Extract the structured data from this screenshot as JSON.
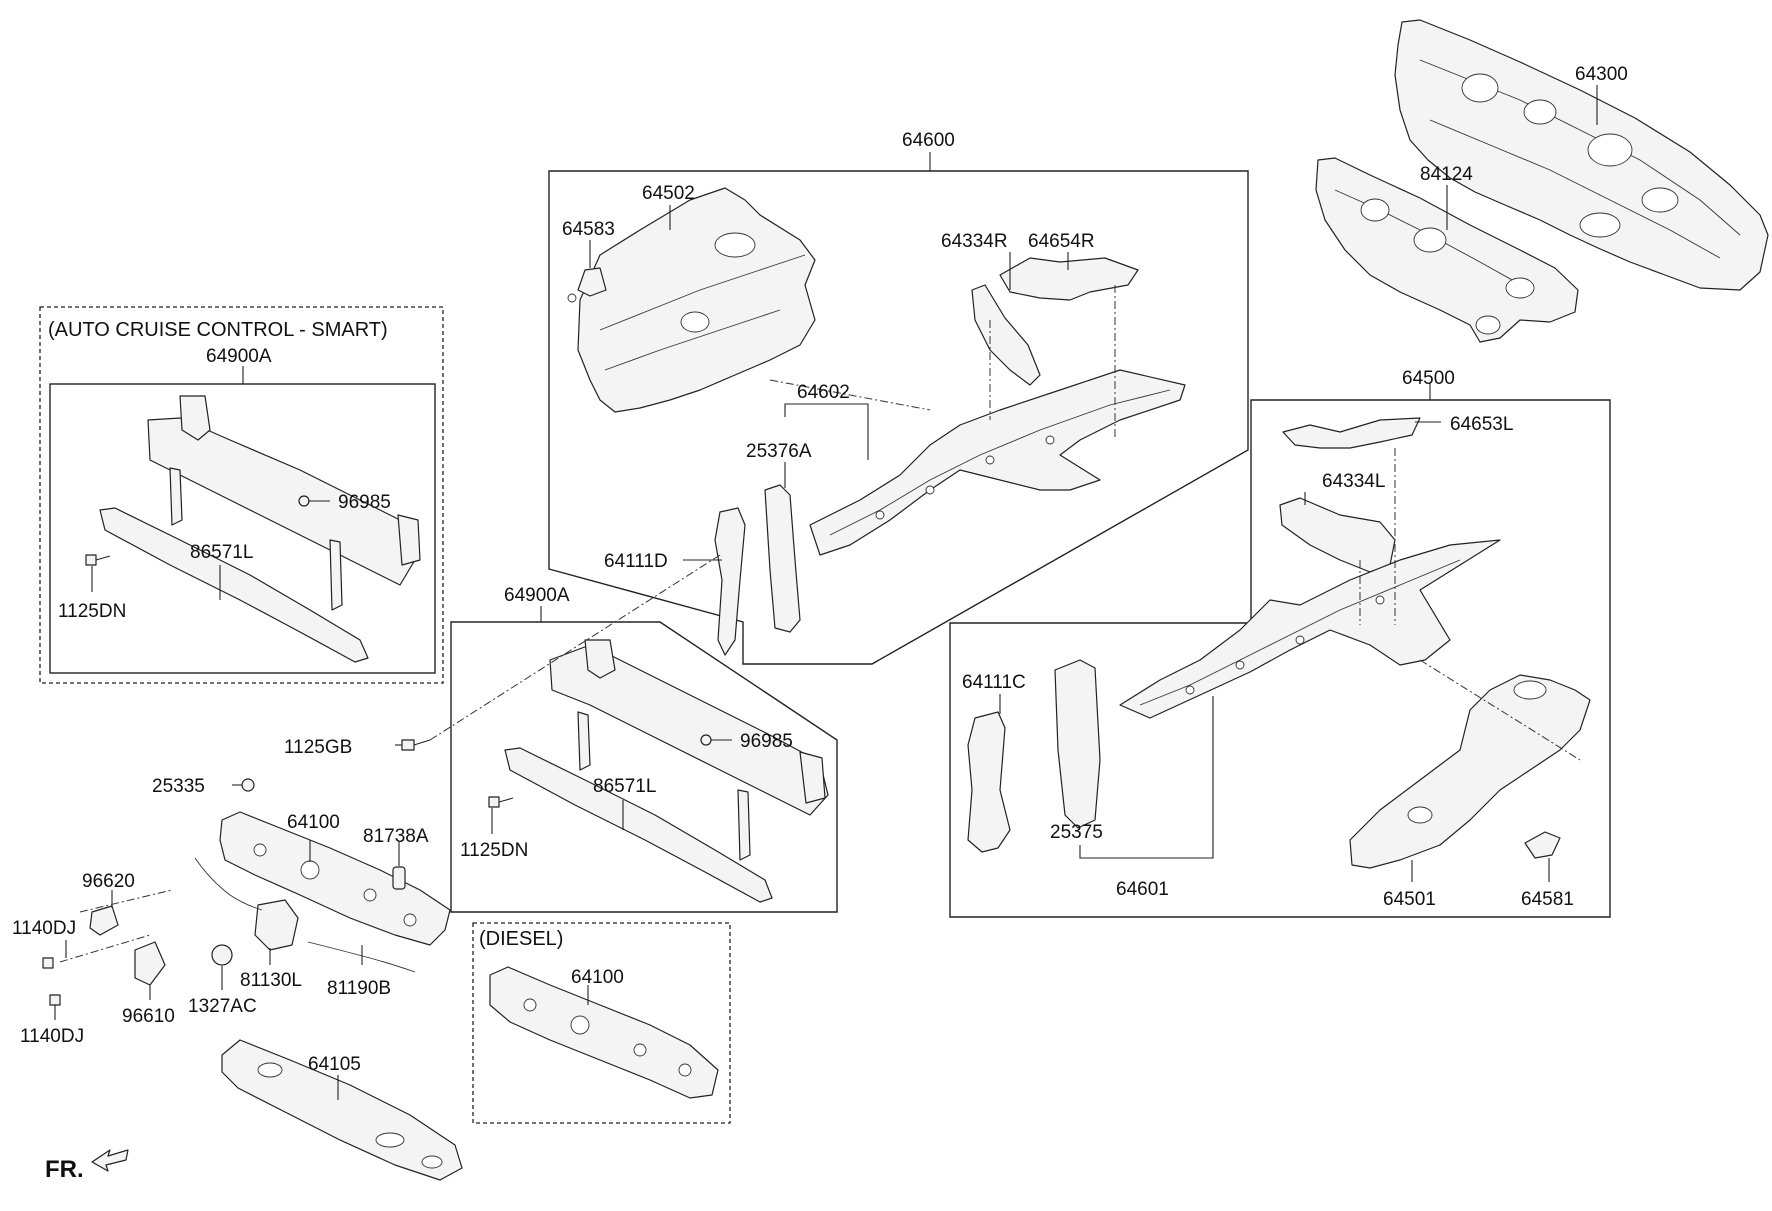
{
  "labels": {
    "p64300": "64300",
    "p84124": "84124",
    "p64600": "64600",
    "p64502": "64502",
    "p64583": "64583",
    "p64334R": "64334R",
    "p64654R": "64654R",
    "p64602": "64602",
    "p25376A": "25376A",
    "p64111D": "64111D",
    "acc_header": "(AUTO CRUISE CONTROL - SMART)",
    "p64900A_acc": "64900A",
    "p96985_acc": "96985",
    "p86571L_acc": "86571L",
    "p1125DN_acc": "1125DN",
    "p64900A": "64900A",
    "p96985": "96985",
    "p86571L": "86571L",
    "p1125DN": "1125DN",
    "p1125GB": "1125GB",
    "p64500": "64500",
    "p64653L": "64653L",
    "p64334L": "64334L",
    "p64111C": "64111C",
    "p25375": "25375",
    "p64601": "64601",
    "p64501": "64501",
    "p64581": "64581",
    "p25335": "25335",
    "p64100": "64100",
    "p81738A": "81738A",
    "p96620": "96620",
    "p1140DJ_top": "1140DJ",
    "p1140DJ_bot": "1140DJ",
    "p96610": "96610",
    "p1327AC": "1327AC",
    "p81130L": "81130L",
    "p81190B": "81190B",
    "diesel_header": "(DIESEL)",
    "p64100_diesel": "64100",
    "p64105": "64105",
    "fr": "FR."
  }
}
